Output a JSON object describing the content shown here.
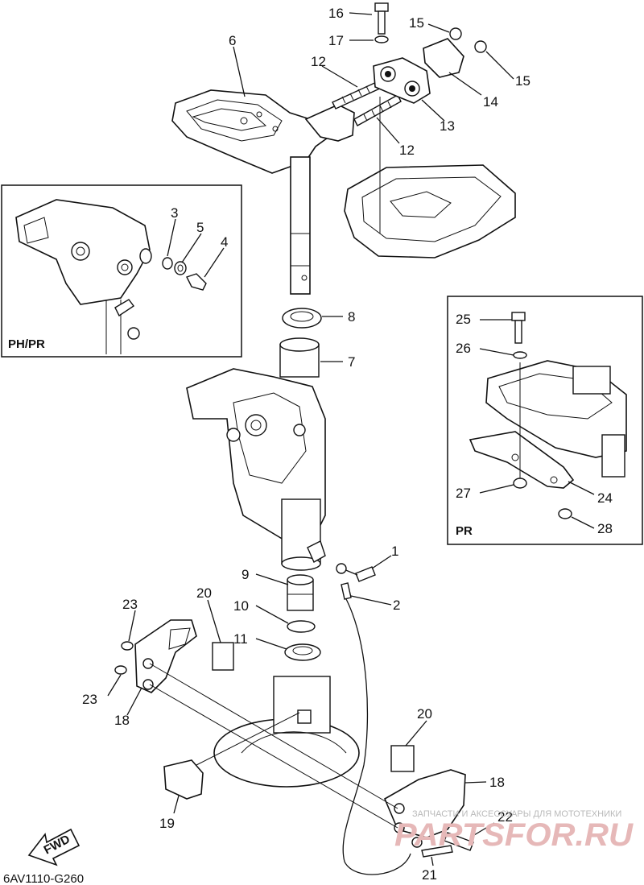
{
  "diagram": {
    "drawing_code": "6AV1110-G260",
    "inset_left_label": "PH/PR",
    "inset_right_label": "PR",
    "fwd_label": "FWD",
    "watermark_text": "ЗАПЧАСТИ И АКСЕССУАРЫ ДЛЯ МОТОТЕХНИКИ",
    "watermark_brand": "PARTSFOR.RU",
    "callouts": {
      "c1": "1",
      "c2": "2",
      "c3": "3",
      "c4": "4",
      "c5": "5",
      "c6": "6",
      "c7": "7",
      "c8": "8",
      "c9": "9",
      "c10": "10",
      "c11": "11",
      "c12a": "12",
      "c12b": "12",
      "c13": "13",
      "c14": "14",
      "c15a": "15",
      "c15b": "15",
      "c16": "16",
      "c17": "17",
      "c18a": "18",
      "c18b": "18",
      "c19": "19",
      "c20a": "20",
      "c20b": "20",
      "c21": "21",
      "c22": "22",
      "c23a": "23",
      "c23b": "23",
      "c24": "24",
      "c25": "25",
      "c26": "26",
      "c27": "27",
      "c28": "28"
    }
  }
}
